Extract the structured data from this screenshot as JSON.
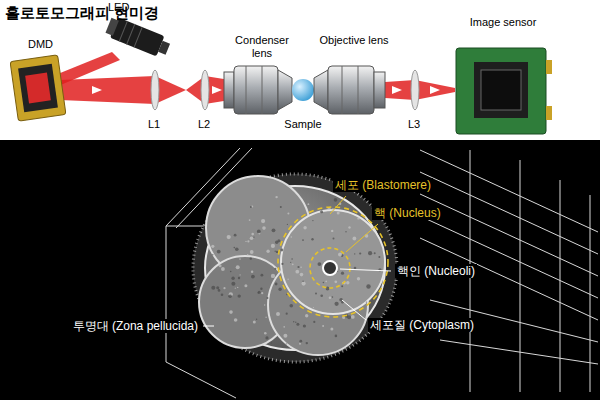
{
  "diagram": {
    "title": "홀로토모그래피 현미경",
    "labels": [
      "LED",
      "DMD",
      "L1",
      "L2",
      "Condenser lens",
      "Objective lens",
      "Sample",
      "L3",
      "Image sensor",
      "세포 (Blastomere)",
      "핵 (Nucleus)",
      "핵인 (Nucleoli)",
      "세포질 (Cytoplasm)",
      "투명대 (Zona pellucida)"
    ]
  }
}
